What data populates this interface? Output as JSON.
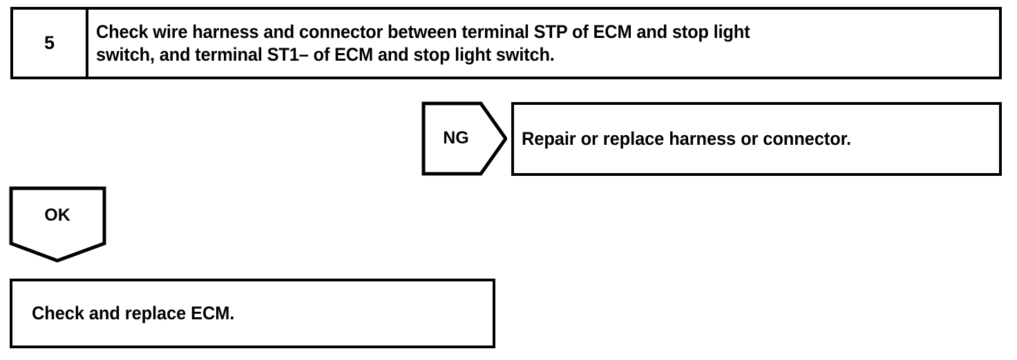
{
  "diagram": {
    "type": "troubleshooting-flowchart",
    "ink_color": "#000000",
    "background_color": "#ffffff",
    "step": {
      "number": "5",
      "instruction": "Check wire harness and connector between terminal STP of ECM and stop light\nswitch, and terminal ST1– of ECM and stop light switch."
    },
    "branches": [
      {
        "label": "NG",
        "direction": "right",
        "result": "Repair or replace harness or connector."
      },
      {
        "label": "OK",
        "direction": "down",
        "result": "Check and replace ECM."
      }
    ]
  }
}
